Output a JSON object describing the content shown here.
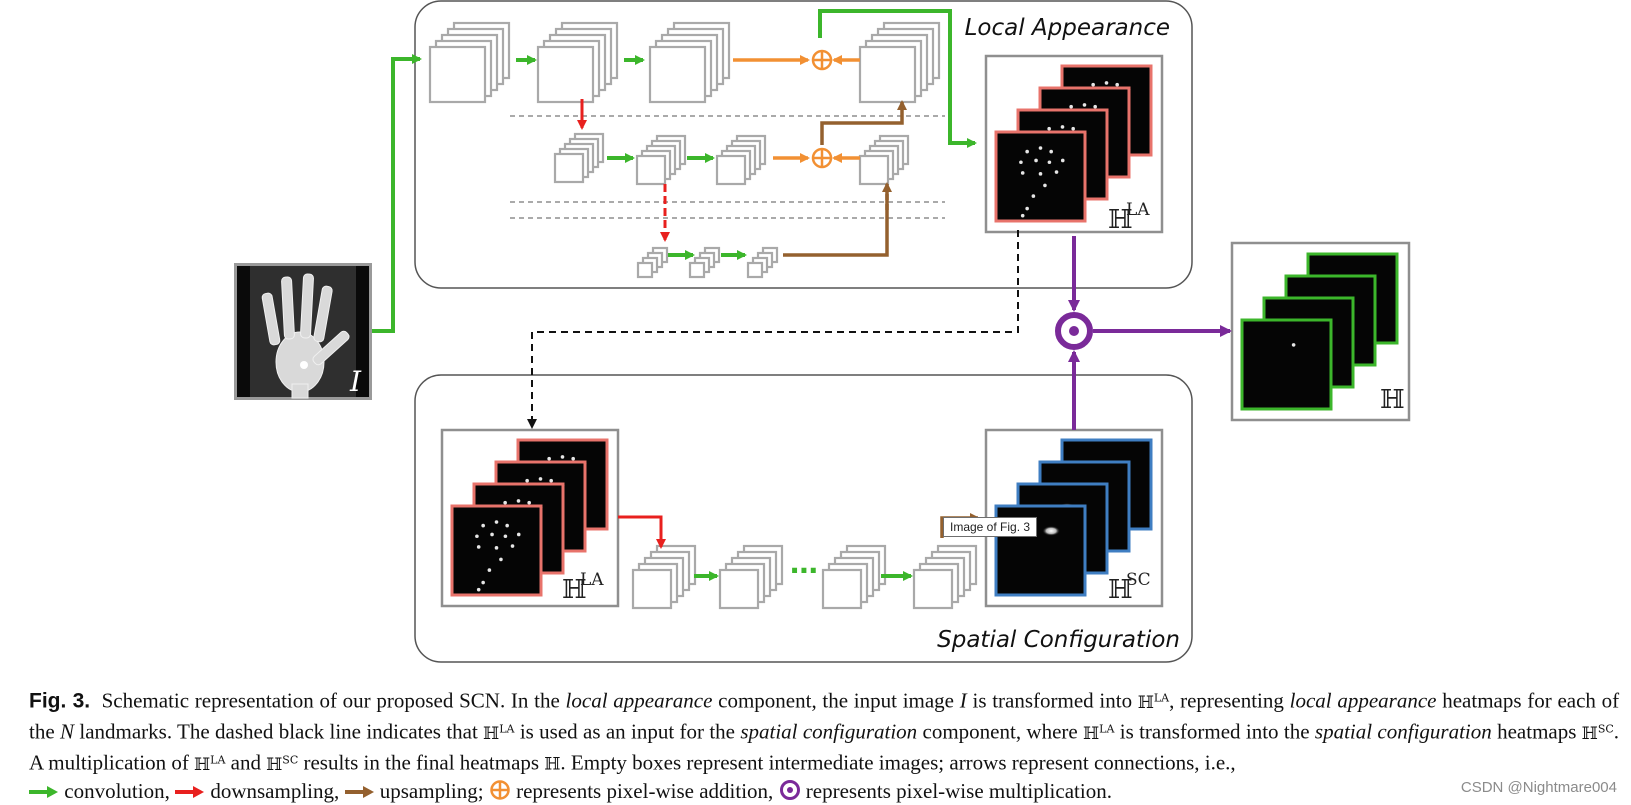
{
  "diagram": {
    "local_appearance_title": "Local Appearance",
    "spatial_configuration_title": "Spatial Configuration",
    "input_label": "I",
    "heatmap_la_label": "ℍ",
    "heatmap_la_sup": "LA",
    "heatmap_sc_label": "ℍ",
    "heatmap_sc_sup": "SC",
    "heatmap_out_label": "ℍ",
    "ellipsis": "⋯",
    "tooltip": "Image of Fig. 3"
  },
  "caption": {
    "fig_label": "Fig. 3.",
    "s1": "Schematic representation of our proposed SCN. In the",
    "local_appearance": "local appearance",
    "s2": "component, the input image",
    "I": "I",
    "s3": "is transformed into",
    "H": "ℍ",
    "LA": "LA",
    "SC": "SC",
    "s4": ", representing",
    "s5": "heatmaps for each of the",
    "N": "N",
    "s6": "landmarks. The dashed black line indicates that",
    "s7": "is used as an input for the",
    "spatial_configuration": "spatial configuration",
    "s8": "component, where",
    "s9": "is transformed into the",
    "s10": "heatmaps",
    "s11": ". A multiplication of",
    "s12": "and",
    "s13": "results in the final heatmaps",
    "s14": ". Empty boxes represent intermediate images; arrows represent connections, i.e.,",
    "convolution": "convolution,",
    "downsampling": "downsampling,",
    "upsampling": "upsampling;",
    "addition": "represents pixel-wise addition,",
    "multiplication": "represents pixel-wise multiplication."
  },
  "watermark": "CSDN @Nightmare004",
  "colors": {
    "convolution": "#3cb62b",
    "downsampling": "#e8201e",
    "upsampling": "#94602e",
    "addition": "#f29033",
    "multiplication": "#7a2a99",
    "la_heatmap_border": "#e8736b",
    "sc_heatmap_border": "#3f7ec2",
    "out_heatmap_border": "#3cb62b",
    "box_gray": "#a9a9a9"
  }
}
